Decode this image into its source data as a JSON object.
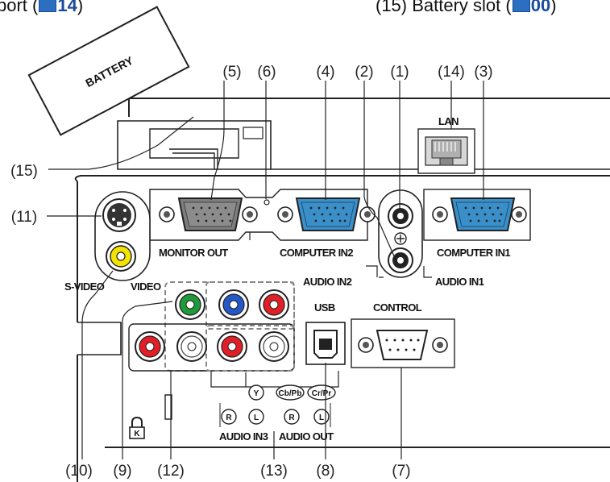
{
  "captions": {
    "left": {
      "text": "port (",
      "ref": "14",
      "close": ")"
    },
    "right": {
      "text": "(15) Battery slot (",
      "ref": "00",
      "close": ")"
    }
  },
  "battery_label": "BATTERY",
  "callouts": {
    "c1": "(1)",
    "c2": "(2)",
    "c3": "(3)",
    "c4": "(4)",
    "c5": "(5)",
    "c6": "(6)",
    "c7": "(7)",
    "c8": "(8)",
    "c9": "(9)",
    "c10": "(10)",
    "c11": "(11)",
    "c12": "(12)",
    "c13": "(13)",
    "c14": "(14)",
    "c15": "(15)"
  },
  "port_labels": {
    "lan": "LAN",
    "monitor_out": "MONITOR OUT",
    "computer_in2": "COMPUTER IN2",
    "computer_in1": "COMPUTER IN1",
    "audio_in2": "AUDIO IN2",
    "audio_in1": "AUDIO IN1",
    "s_video": "S-VIDEO",
    "video": "VIDEO",
    "usb": "USB",
    "control": "CONTROL",
    "audio_in3": "AUDIO IN3",
    "audio_out": "AUDIO OUT"
  },
  "jack_labels": {
    "y": "Y",
    "cb_pb": "Cb/Pb",
    "cr_pr": "Cr/Pr",
    "r": "R",
    "l": "L"
  },
  "colors": {
    "green_jack": "#1f9a3a",
    "blue_jack": "#2458c8",
    "red_jack": "#e21f26",
    "yellow_jack": "#f2e400",
    "vga_blue": "#3b8fc9",
    "vga_gray": "#7d7d7d",
    "ref_blue": "#1a4c9c"
  }
}
